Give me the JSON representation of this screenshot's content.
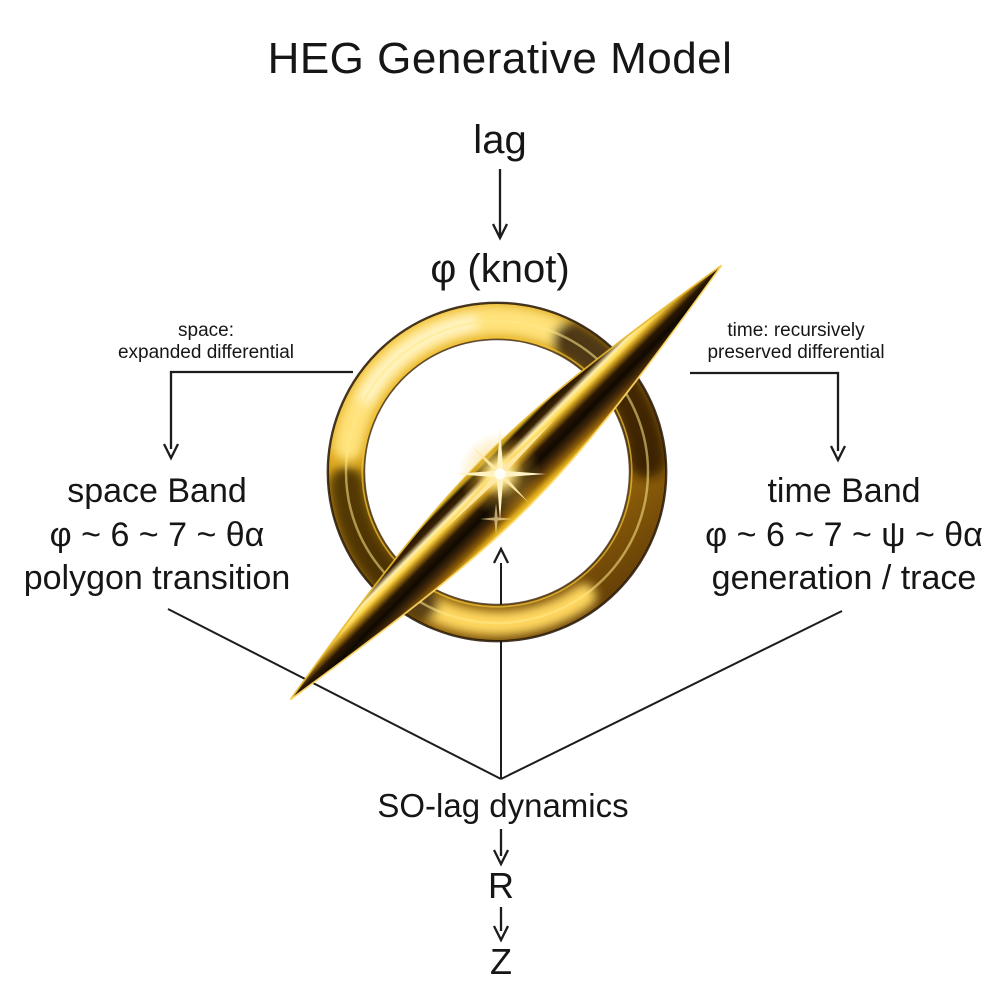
{
  "title": "HEG Generative Model",
  "nodes": {
    "lag": "lag",
    "knot": "φ (knot)",
    "so_lag": "SO-lag dynamics",
    "r": "R",
    "z": "Z"
  },
  "left_branch": {
    "annotation_line1": "space:",
    "annotation_line2": "expanded differential",
    "band_title": "space Band",
    "band_formula": "φ ~ 6 ~ 7 ~ θα",
    "band_caption": "polygon transition"
  },
  "right_branch": {
    "annotation_line1": "time: recursively",
    "annotation_line2": "preserved differential",
    "band_title": "time Band",
    "band_formula": "φ ~ 6 ~ 7 ~ ψ ~ θα",
    "band_caption": "generation / trace"
  },
  "emblem": {
    "icon": "gold-knot-ring-with-blade",
    "colors": {
      "gold_bright": "#fff3b0",
      "gold_light": "#ffd84d",
      "gold_mid": "#c9920e",
      "gold_dark": "#6b4306",
      "brown_deep": "#241402"
    }
  },
  "line_color": "#1c1c1c",
  "background": "#ffffff"
}
